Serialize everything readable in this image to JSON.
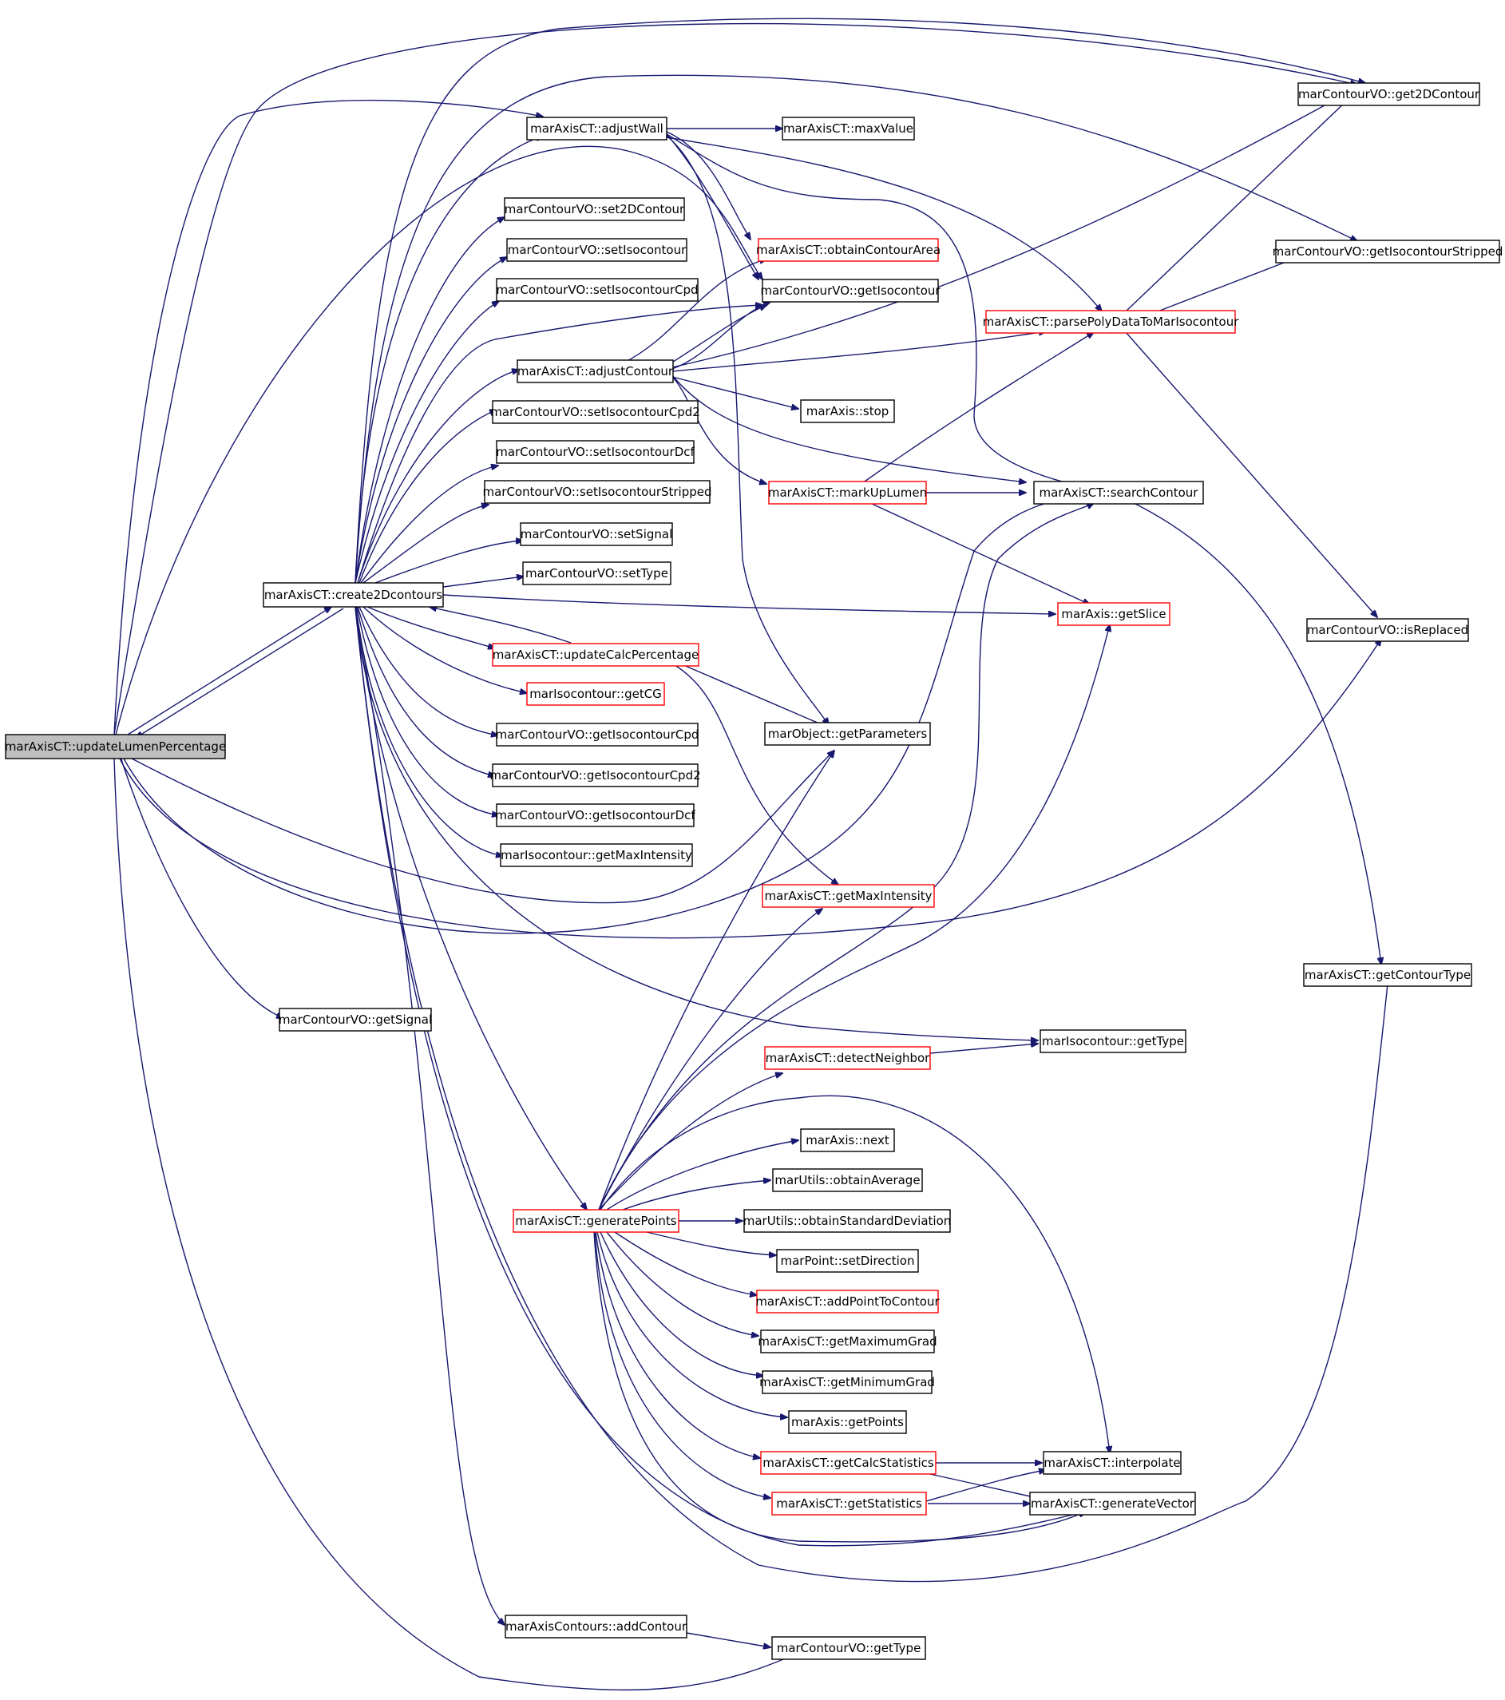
{
  "diagram": {
    "nodes": [
      {
        "id": "updateLumenPercentage",
        "label": "marAxisCT::updateLumenPercentage",
        "style": "root"
      },
      {
        "id": "create2Dcontours",
        "label": "marAxisCT::create2Dcontours",
        "style": "black"
      },
      {
        "id": "getSignal",
        "label": "marContourVO::getSignal",
        "style": "black"
      },
      {
        "id": "adjustWall",
        "label": "marAxisCT::adjustWall",
        "style": "black"
      },
      {
        "id": "set2DContour",
        "label": "marContourVO::set2DContour",
        "style": "black"
      },
      {
        "id": "setIsocontour",
        "label": "marContourVO::setIsocontour",
        "style": "black"
      },
      {
        "id": "setIsocontourCpd",
        "label": "marContourVO::setIsocontourCpd",
        "style": "black"
      },
      {
        "id": "adjustContour",
        "label": "marAxisCT::adjustContour",
        "style": "black"
      },
      {
        "id": "setIsocontourCpd2",
        "label": "marContourVO::setIsocontourCpd2",
        "style": "black"
      },
      {
        "id": "setIsocontourDcf",
        "label": "marContourVO::setIsocontourDcf",
        "style": "black"
      },
      {
        "id": "setIsocontourStripped",
        "label": "marContourVO::setIsocontourStripped",
        "style": "black"
      },
      {
        "id": "setSignal",
        "label": "marContourVO::setSignal",
        "style": "black"
      },
      {
        "id": "setType",
        "label": "marContourVO::setType",
        "style": "black"
      },
      {
        "id": "updateCalcPercentage",
        "label": "marAxisCT::updateCalcPercentage",
        "style": "red"
      },
      {
        "id": "getCG",
        "label": "marIsocontour::getCG",
        "style": "red"
      },
      {
        "id": "getIsocontourCpd",
        "label": "marContourVO::getIsocontourCpd",
        "style": "black"
      },
      {
        "id": "getIsocontourCpd2",
        "label": "marContourVO::getIsocontourCpd2",
        "style": "black"
      },
      {
        "id": "getIsocontourDcf",
        "label": "marContourVO::getIsocontourDcf",
        "style": "black"
      },
      {
        "id": "isoGetMaxIntensity",
        "label": "marIsocontour::getMaxIntensity",
        "style": "black"
      },
      {
        "id": "generatePoints",
        "label": "marAxisCT::generatePoints",
        "style": "red"
      },
      {
        "id": "addContour",
        "label": "marAxisContours::addContour",
        "style": "black"
      },
      {
        "id": "maxValue",
        "label": "marAxisCT::maxValue",
        "style": "black"
      },
      {
        "id": "obtainContourArea",
        "label": "marAxisCT::obtainContourArea",
        "style": "red"
      },
      {
        "id": "getIsocontour",
        "label": "marContourVO::getIsocontour",
        "style": "black"
      },
      {
        "id": "stop",
        "label": "marAxis::stop",
        "style": "black"
      },
      {
        "id": "markUpLumen",
        "label": "marAxisCT::markUpLumen",
        "style": "red"
      },
      {
        "id": "getParameters",
        "label": "marObject::getParameters",
        "style": "black"
      },
      {
        "id": "ctGetMaxIntensity",
        "label": "marAxisCT::getMaxIntensity",
        "style": "red"
      },
      {
        "id": "detectNeighbor",
        "label": "marAxisCT::detectNeighbor",
        "style": "red"
      },
      {
        "id": "next",
        "label": "marAxis::next",
        "style": "black"
      },
      {
        "id": "obtainAverage",
        "label": "marUtils::obtainAverage",
        "style": "black"
      },
      {
        "id": "obtainStandardDeviation",
        "label": "marUtils::obtainStandardDeviation",
        "style": "black"
      },
      {
        "id": "setDirection",
        "label": "marPoint::setDirection",
        "style": "black"
      },
      {
        "id": "addPointToContour",
        "label": "marAxisCT::addPointToContour",
        "style": "red"
      },
      {
        "id": "getMaximumGrad",
        "label": "marAxisCT::getMaximumGrad",
        "style": "black"
      },
      {
        "id": "getMinimumGrad",
        "label": "marAxisCT::getMinimumGrad",
        "style": "black"
      },
      {
        "id": "getPoints",
        "label": "marAxis::getPoints",
        "style": "black"
      },
      {
        "id": "getCalcStatistics",
        "label": "marAxisCT::getCalcStatistics",
        "style": "red"
      },
      {
        "id": "getStatistics",
        "label": "marAxisCT::getStatistics",
        "style": "red"
      },
      {
        "id": "getContourType",
        "label": "marContourVO::getType",
        "style": "black"
      },
      {
        "id": "parsePolyData",
        "label": "marAxisCT::parsePolyDataToMarIsocontour",
        "style": "red"
      },
      {
        "id": "searchContour",
        "label": "marAxisCT::searchContour",
        "style": "black"
      },
      {
        "id": "getSlice",
        "label": "marAxis::getSlice",
        "style": "red"
      },
      {
        "id": "isoGetType",
        "label": "marIsocontour::getType",
        "style": "black"
      },
      {
        "id": "interpolate",
        "label": "marAxisCT::interpolate",
        "style": "black"
      },
      {
        "id": "generateVector",
        "label": "marAxisCT::generateVector",
        "style": "black"
      },
      {
        "id": "get2DContour",
        "label": "marContourVO::get2DContour",
        "style": "black"
      },
      {
        "id": "getIsocontourStripped",
        "label": "marContourVO::getIsocontourStripped",
        "style": "black"
      },
      {
        "id": "isReplaced",
        "label": "marContourVO::isReplaced",
        "style": "black"
      },
      {
        "id": "axisCTGetContourType",
        "label": "marAxisCT::getContourType",
        "style": "black"
      }
    ]
  }
}
